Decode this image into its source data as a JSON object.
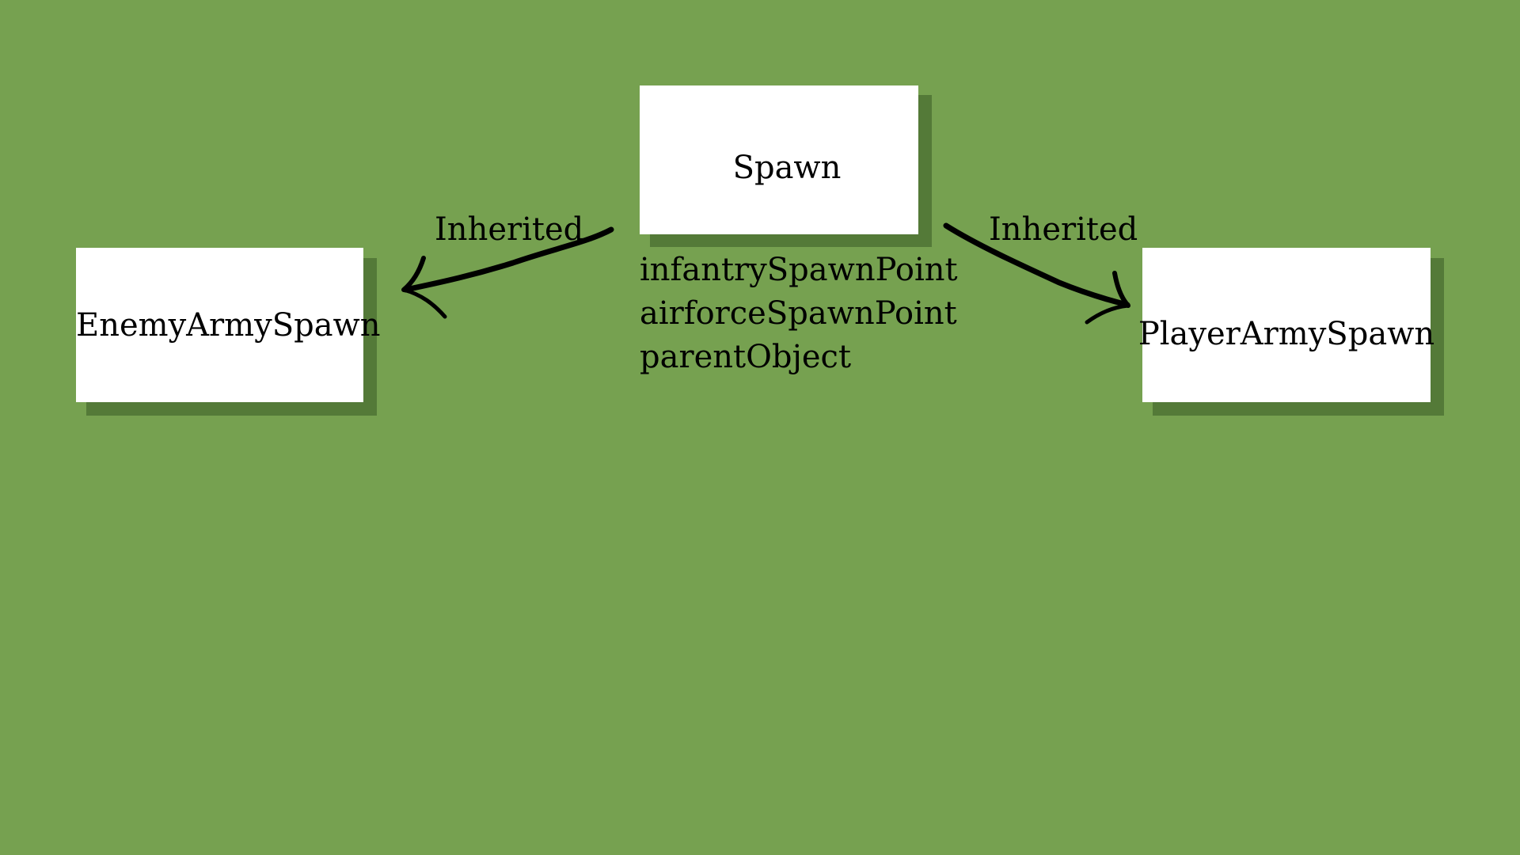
{
  "diagram": {
    "parent": {
      "label": "Spawn",
      "fields": [
        "infantrySpawnPoint",
        "airforceSpawnPoint",
        "parentObject"
      ]
    },
    "children": [
      {
        "label": "EnemyArmySpawn",
        "relation_label": "Inherited"
      },
      {
        "label": "PlayerArmySpawn",
        "relation_label": "Inherited"
      }
    ]
  },
  "colors": {
    "background": "#76a150",
    "box": "#ffffff",
    "shadow": "#547a38",
    "arrow": "#000000"
  }
}
